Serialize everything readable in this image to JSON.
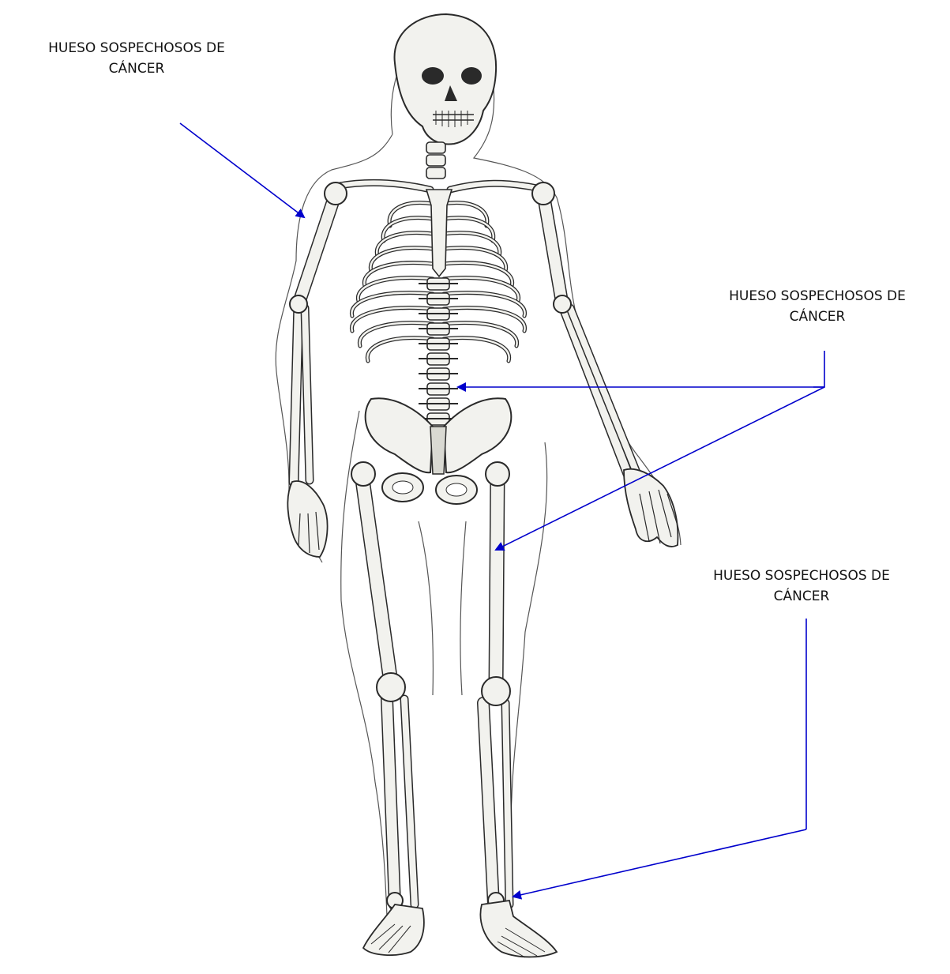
{
  "figure": {
    "background_color": "#ffffff",
    "arrow_color": "#0000cc",
    "bone_fill_color": "#f2f2ee",
    "bone_stroke_color": "#2a2a2a",
    "outline_color": "#555555"
  },
  "annotations": [
    {
      "line1": "HUESO SOSPECHOSOS  DE",
      "line2": "CÁNCER",
      "target": "right upper arm (humerus)"
    },
    {
      "line1": "HUESO SOSPECHOSOS  DE",
      "line2": "CÁNCER",
      "target": "lumbar spine and left femur"
    },
    {
      "line1": "HUESO SOSPECHOSOS  DE",
      "line2": "CÁNCER",
      "target": "left ankle"
    }
  ]
}
